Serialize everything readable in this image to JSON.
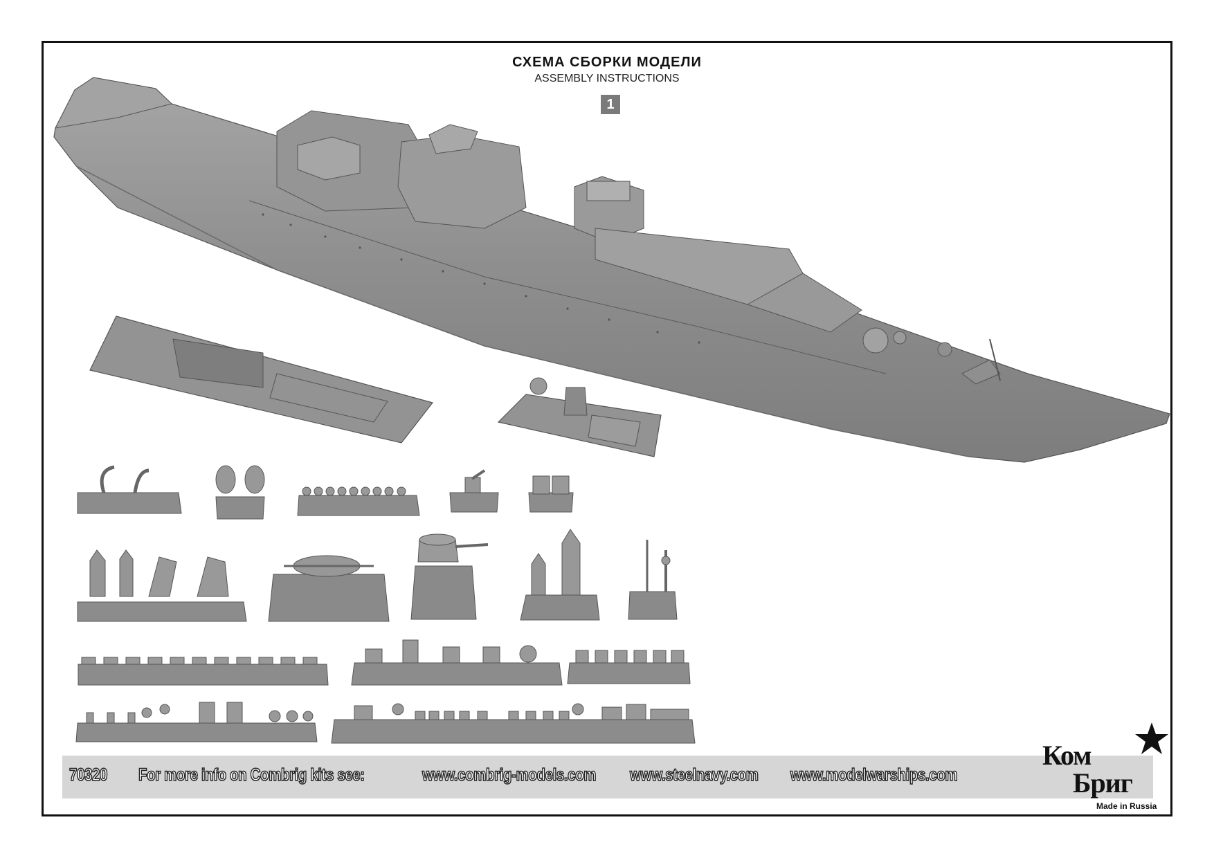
{
  "header": {
    "title_ru": "СХЕМА СБОРКИ МОДЕЛИ",
    "title_en": "ASSEMBLY INSTRUCTIONS",
    "step_number": "1"
  },
  "footer": {
    "kit_number": "70320",
    "info_text": "For more info on Combrig kits see:",
    "link_1": "www.combrig-models.com",
    "link_2": "www.steelnavy.com",
    "link_3": "www.modelwarships.com"
  },
  "logo": {
    "line_1": "Ком",
    "line_2": "Бриг",
    "tagline": "Made in Russia"
  },
  "colors": {
    "resin": "#8f8f8f",
    "resin_dark": "#6f6f6f",
    "resin_light": "#a9a9a9",
    "footer_band": "#d6d6d6",
    "step_box": "#7a7a7a"
  }
}
